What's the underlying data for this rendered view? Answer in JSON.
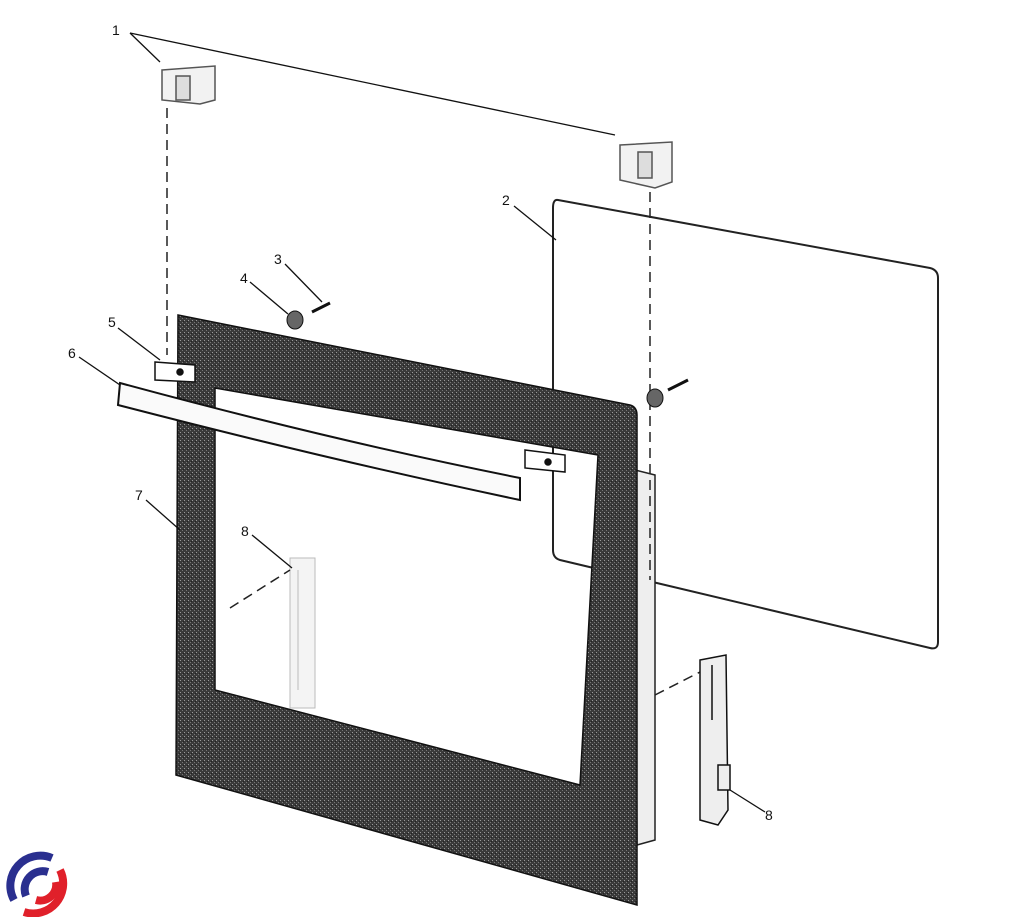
{
  "diagram": {
    "callouts": [
      {
        "id": "1",
        "label": "1"
      },
      {
        "id": "2",
        "label": "2"
      },
      {
        "id": "3",
        "label": "3"
      },
      {
        "id": "4",
        "label": "4"
      },
      {
        "id": "5",
        "label": "5"
      },
      {
        "id": "6",
        "label": "6"
      },
      {
        "id": "7",
        "label": "7"
      },
      {
        "id": "8a",
        "label": "8"
      },
      {
        "id": "8b",
        "label": "8"
      }
    ],
    "logo": {
      "colors": {
        "blue": "#2a2f8f",
        "red": "#e0202a"
      }
    }
  }
}
